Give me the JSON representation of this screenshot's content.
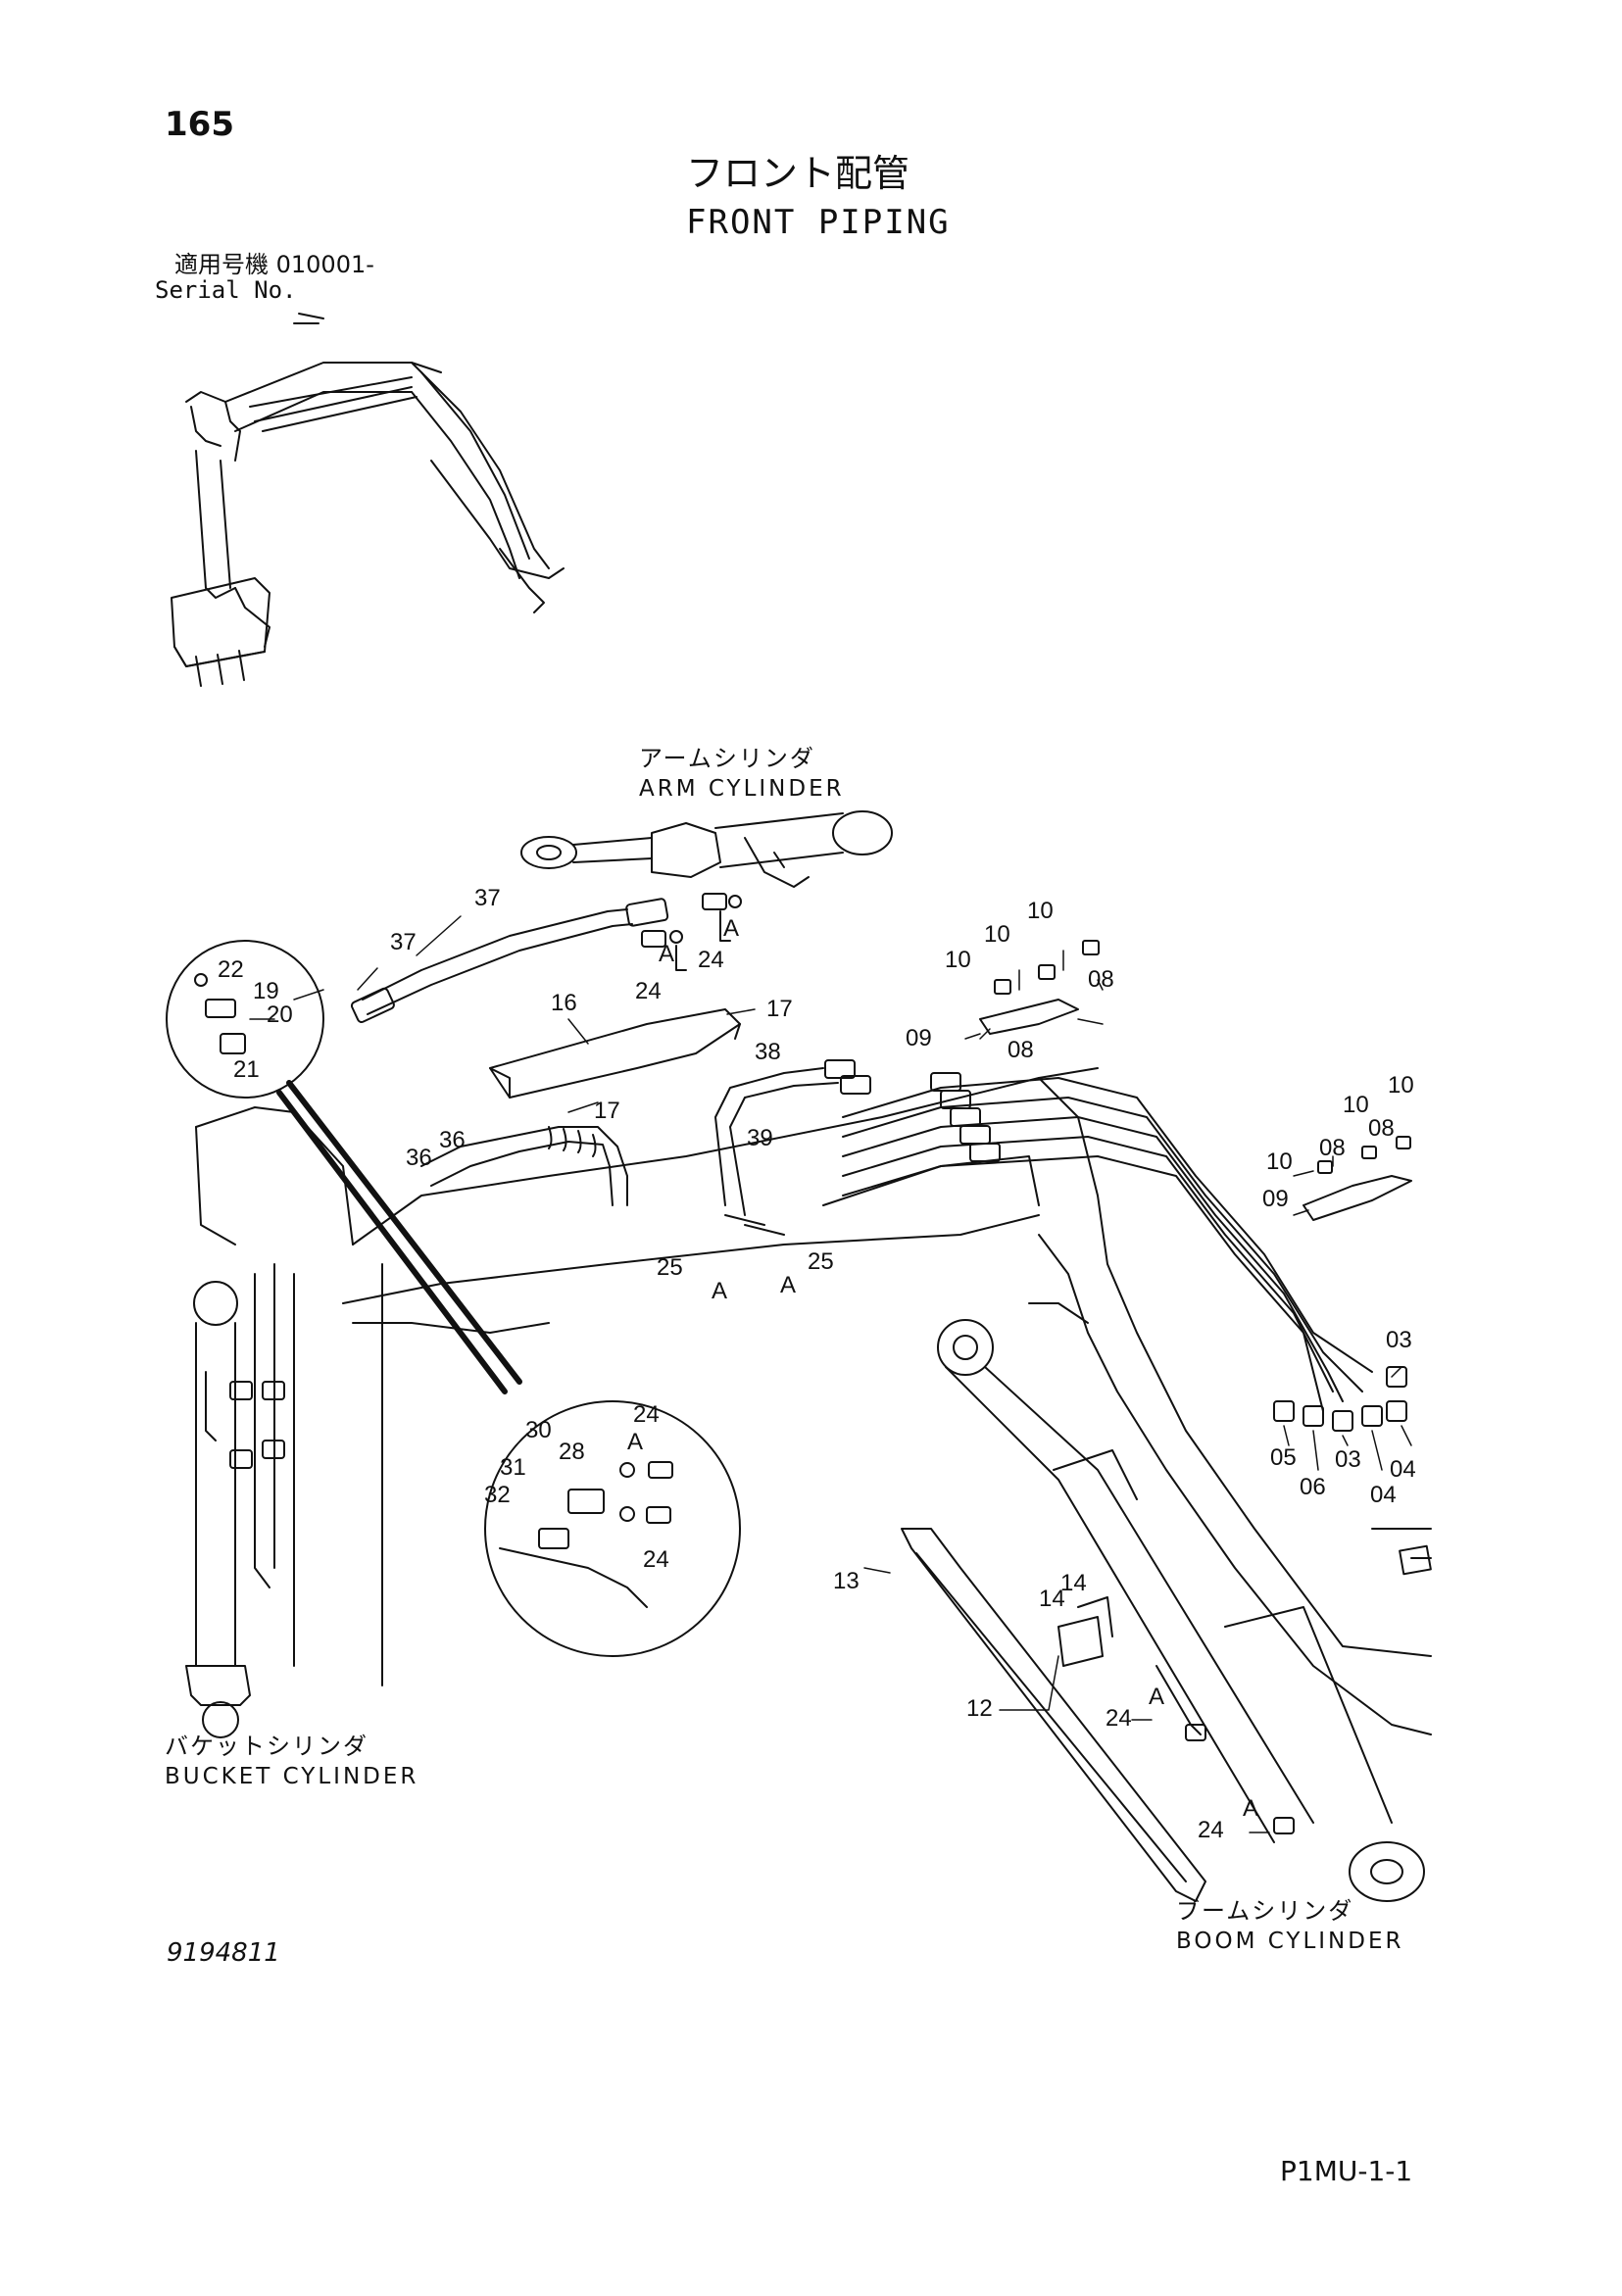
{
  "header": {
    "page_number": "165",
    "title_jp": "フロント配管",
    "title_en": "FRONT PIPING",
    "serial_label_jp": "適用号機 010001-",
    "serial_label_en": "Serial No."
  },
  "labels": {
    "arm_cylinder_jp": "アームシリンダ",
    "arm_cylinder_en": "ARM CYLINDER",
    "bucket_cylinder_jp": "バケットシリンダ",
    "bucket_cylinder_en": "BUCKET CYLINDER",
    "boom_cylinder_jp": "ブームシリンダ",
    "boom_cylinder_en": "BOOM CYLINDER"
  },
  "callouts": [
    {
      "id": "c37a",
      "text": "37"
    },
    {
      "id": "c37b",
      "text": "37"
    },
    {
      "id": "c24a",
      "text": "24"
    },
    {
      "id": "c24b",
      "text": "24"
    },
    {
      "id": "cA1",
      "text": "A"
    },
    {
      "id": "cA2",
      "text": "A"
    },
    {
      "id": "c22",
      "text": "22"
    },
    {
      "id": "c19",
      "text": "19"
    },
    {
      "id": "c20",
      "text": "20"
    },
    {
      "id": "c21",
      "text": "21"
    },
    {
      "id": "c16",
      "text": "16"
    },
    {
      "id": "c17a",
      "text": "17"
    },
    {
      "id": "c17b",
      "text": "17"
    },
    {
      "id": "c38",
      "text": "38"
    },
    {
      "id": "c39",
      "text": "39"
    },
    {
      "id": "c36a",
      "text": "36"
    },
    {
      "id": "c36b",
      "text": "36"
    },
    {
      "id": "c25a",
      "text": "25"
    },
    {
      "id": "c25b",
      "text": "25"
    },
    {
      "id": "cA3",
      "text": "A"
    },
    {
      "id": "cA4",
      "text": "A"
    },
    {
      "id": "c10a",
      "text": "10"
    },
    {
      "id": "c10b",
      "text": "10"
    },
    {
      "id": "c10c",
      "text": "10"
    },
    {
      "id": "c08a",
      "text": "08"
    },
    {
      "id": "c09a",
      "text": "09"
    },
    {
      "id": "c08b",
      "text": "08"
    },
    {
      "id": "c10d",
      "text": "10"
    },
    {
      "id": "c10e",
      "text": "10"
    },
    {
      "id": "c08c",
      "text": "08"
    },
    {
      "id": "c08d",
      "text": "08"
    },
    {
      "id": "c10f",
      "text": "10"
    },
    {
      "id": "c09b",
      "text": "09"
    },
    {
      "id": "c03a",
      "text": "03"
    },
    {
      "id": "c05",
      "text": "05"
    },
    {
      "id": "c06",
      "text": "06"
    },
    {
      "id": "c03b",
      "text": "03"
    },
    {
      "id": "c04a",
      "text": "04"
    },
    {
      "id": "c04b",
      "text": "04"
    },
    {
      "id": "c30",
      "text": "30"
    },
    {
      "id": "c28",
      "text": "28"
    },
    {
      "id": "c31",
      "text": "31"
    },
    {
      "id": "c32",
      "text": "32"
    },
    {
      "id": "c24c",
      "text": "24"
    },
    {
      "id": "c24d",
      "text": "24"
    },
    {
      "id": "cA5",
      "text": "A"
    },
    {
      "id": "c13",
      "text": "13"
    },
    {
      "id": "c14a",
      "text": "14"
    },
    {
      "id": "c14b",
      "text": "14"
    },
    {
      "id": "c12",
      "text": "12"
    },
    {
      "id": "c24e",
      "text": "24"
    },
    {
      "id": "cA6",
      "text": "A"
    },
    {
      "id": "c24f",
      "text": "24"
    },
    {
      "id": "cA7",
      "text": "A"
    }
  ],
  "footer": {
    "drawing_number": "9194811",
    "reference": "P1MU-1-1"
  }
}
